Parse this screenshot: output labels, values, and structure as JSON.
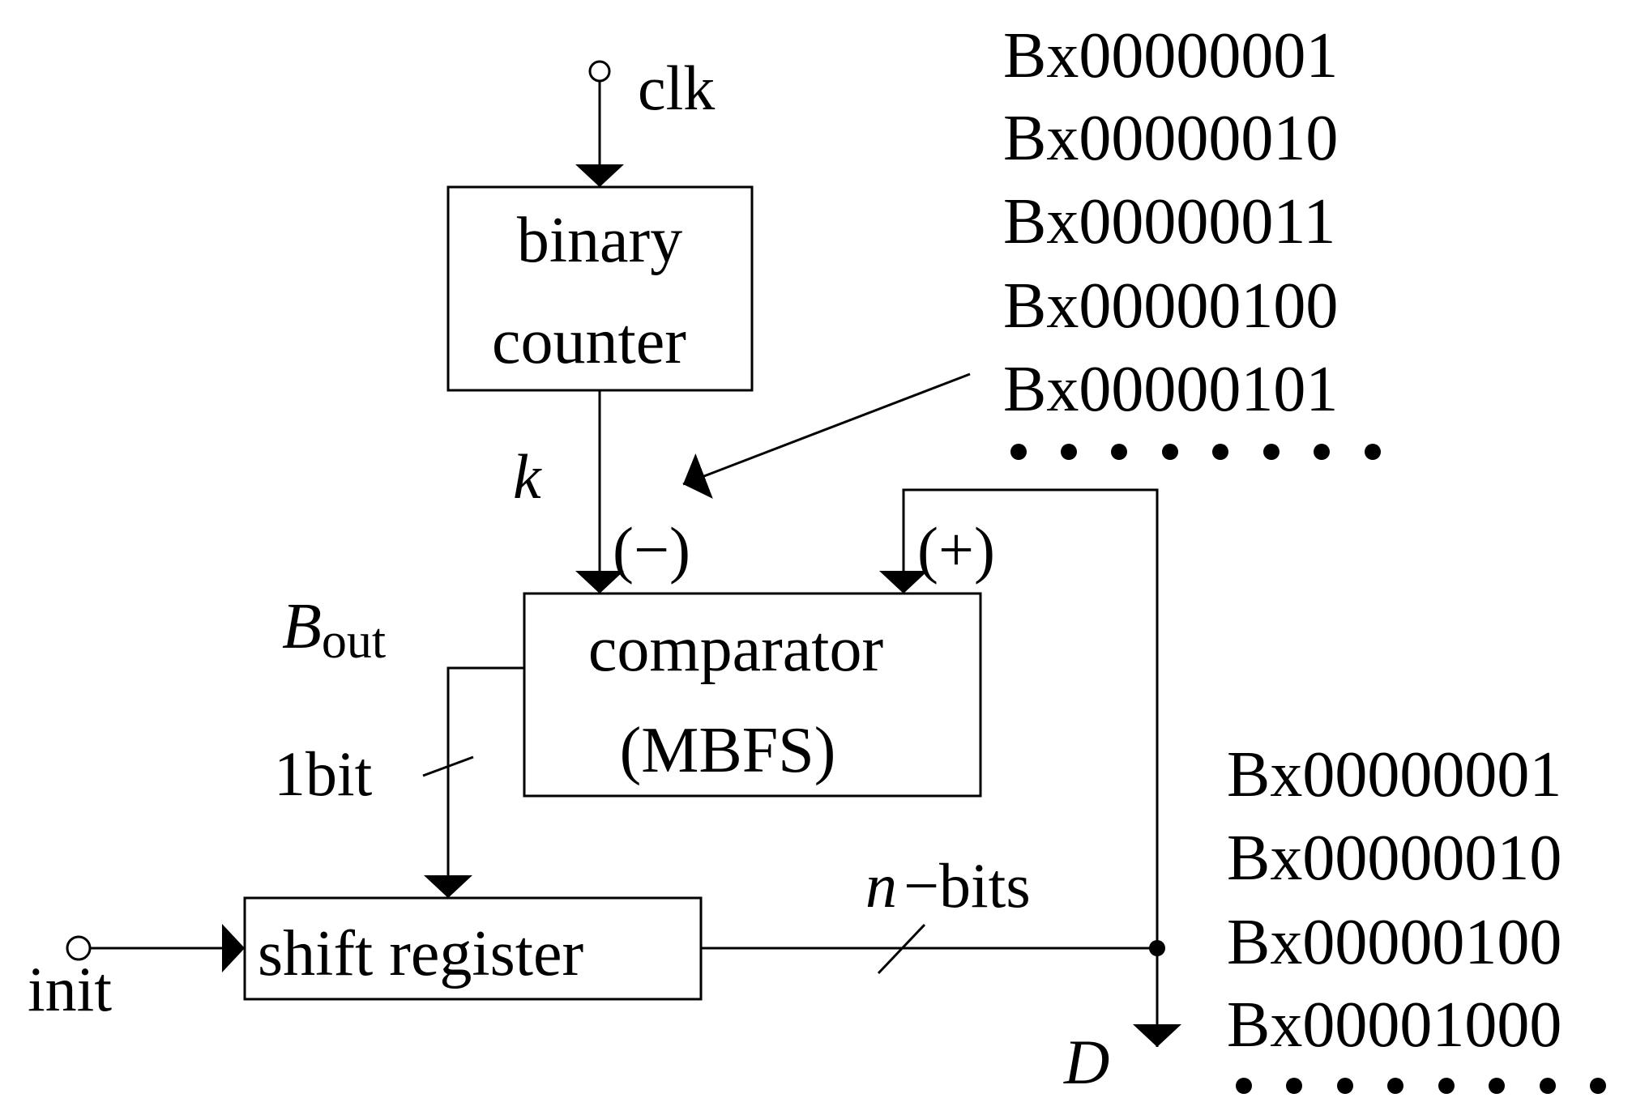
{
  "blocks": {
    "counter": {
      "line1": "binary",
      "line2": "counter"
    },
    "comparator": {
      "line1": "comparator",
      "line2": "(MBFS)"
    },
    "shift_register": {
      "label": "shift register"
    }
  },
  "signals": {
    "clk": "clk",
    "k": "k",
    "minus": "(−)",
    "plus": "(+)",
    "bout_main": "B",
    "bout_sub": "out",
    "one_bit": "1bit",
    "init": "init",
    "nbits_n": "n",
    "nbits_rest": "−bits",
    "d": "D"
  },
  "sequences": {
    "counter_seq": [
      "Bx00000001",
      "Bx00000010",
      "Bx00000011",
      "Bx00000100",
      "Bx00000101"
    ],
    "shift_seq": [
      "Bx00000001",
      "Bx00000010",
      "Bx00000100",
      "Bx00001000"
    ]
  },
  "colors": {
    "ink": "#000000",
    "background": "#ffffff"
  }
}
